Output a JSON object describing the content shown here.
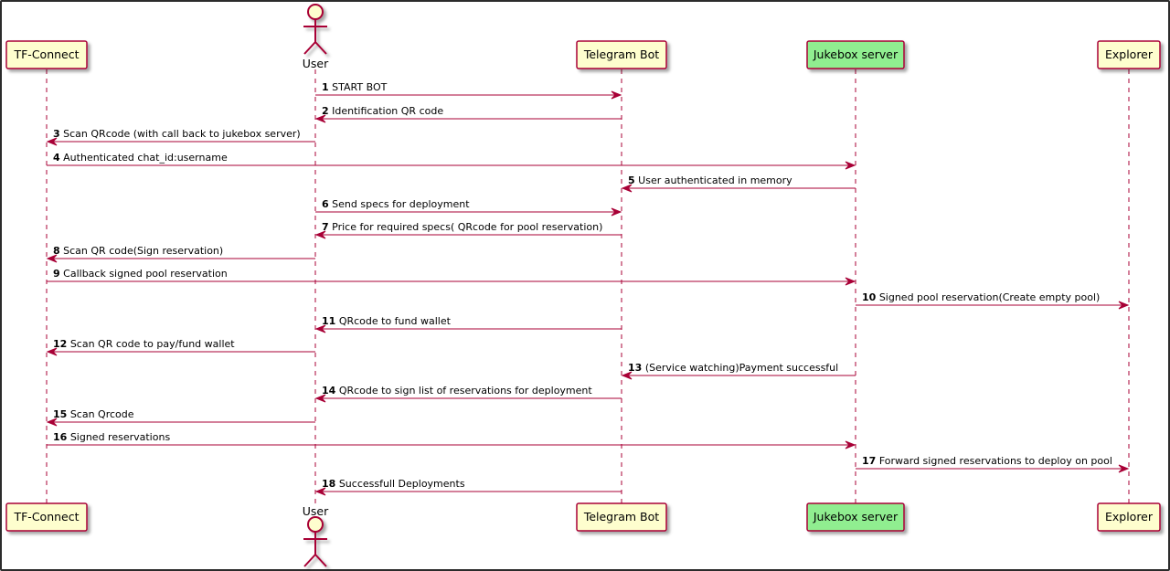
{
  "participants": [
    {
      "id": "tfconnect",
      "name": "TF-Connect",
      "kind": "box",
      "fill": "#fefece"
    },
    {
      "id": "user",
      "name": "User",
      "kind": "actor",
      "fill": "#fefece"
    },
    {
      "id": "telegram",
      "name": "Telegram Bot",
      "kind": "box",
      "fill": "#fefece"
    },
    {
      "id": "jukebox",
      "name": "Jukebox server",
      "kind": "box",
      "fill": "#90ee90"
    },
    {
      "id": "explorer",
      "name": "Explorer",
      "kind": "box",
      "fill": "#fefece"
    }
  ],
  "messages": [
    {
      "n": "1",
      "text": "START BOT",
      "from": "user",
      "to": "telegram"
    },
    {
      "n": "2",
      "text": "Identification QR code",
      "from": "telegram",
      "to": "user"
    },
    {
      "n": "3",
      "text": "Scan QRcode (with call back to jukebox server)",
      "from": "user",
      "to": "tfconnect"
    },
    {
      "n": "4",
      "text": "Authenticated chat_id:username",
      "from": "tfconnect",
      "to": "jukebox"
    },
    {
      "n": "5",
      "text": "User authenticated in memory",
      "from": "jukebox",
      "to": "telegram"
    },
    {
      "n": "6",
      "text": "Send specs for deployment",
      "from": "user",
      "to": "telegram"
    },
    {
      "n": "7",
      "text": "Price for required specs( QRcode for pool reservation)",
      "from": "telegram",
      "to": "user"
    },
    {
      "n": "8",
      "text": "Scan QR code(Sign reservation)",
      "from": "user",
      "to": "tfconnect"
    },
    {
      "n": "9",
      "text": "Callback signed pool reservation",
      "from": "tfconnect",
      "to": "jukebox"
    },
    {
      "n": "10",
      "text": "Signed pool reservation(Create empty pool)",
      "from": "jukebox",
      "to": "explorer"
    },
    {
      "n": "11",
      "text": "QRcode to fund wallet",
      "from": "telegram",
      "to": "user"
    },
    {
      "n": "12",
      "text": "Scan QR code to pay/fund wallet",
      "from": "user",
      "to": "tfconnect"
    },
    {
      "n": "13",
      "text": "(Service watching)Payment successful",
      "from": "jukebox",
      "to": "telegram"
    },
    {
      "n": "14",
      "text": "QRcode to sign list of reservations for deployment",
      "from": "telegram",
      "to": "user"
    },
    {
      "n": "15",
      "text": "Scan Qrcode",
      "from": "user",
      "to": "tfconnect"
    },
    {
      "n": "16",
      "text": "Signed reservations",
      "from": "tfconnect",
      "to": "jukebox"
    },
    {
      "n": "17",
      "text": "Forward signed reservations to deploy on pool",
      "from": "jukebox",
      "to": "explorer"
    },
    {
      "n": "18",
      "text": "Successfull Deployments",
      "from": "telegram",
      "to": "user"
    }
  ],
  "colors": {
    "arrow": "#a80036",
    "lifeline": "#a80036",
    "box_border": "#a80036",
    "actor_fill": "#fefece"
  }
}
